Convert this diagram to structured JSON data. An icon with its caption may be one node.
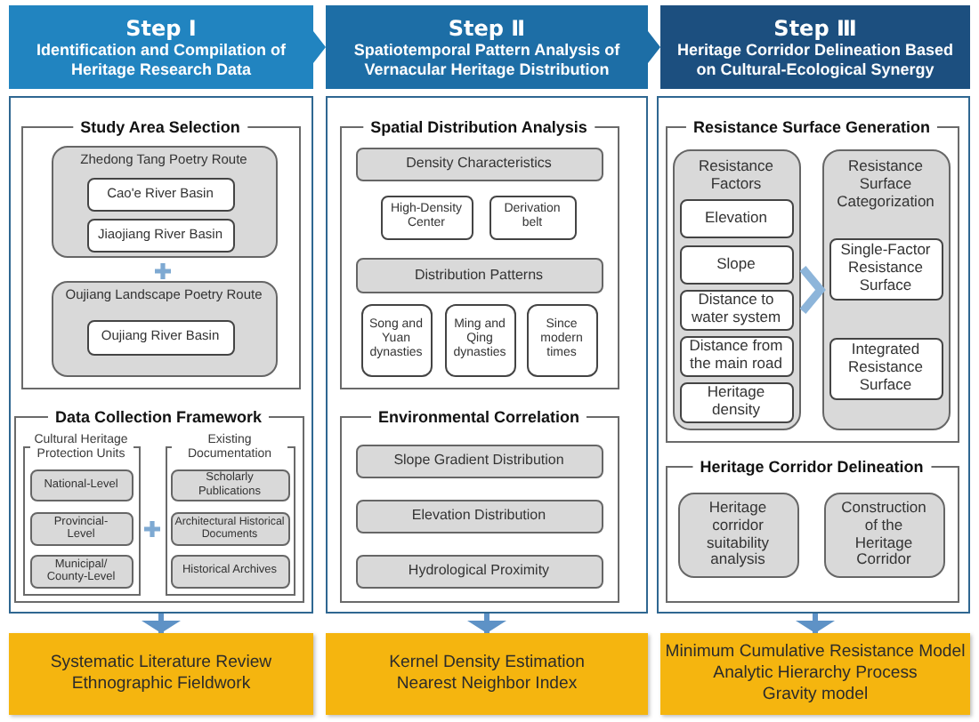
{
  "diagram": {
    "nodes": [
      {
        "text": [
          "Step Ⅰ",
          "Identification and Compilation of Heritage Research Data"
        ]
      },
      {
        "text": [],
        "shape": "box"
      },
      {
        "text": [
          "Study Area Selection"
        ],
        "in": 1
      },
      {
        "text": [
          "Zhedong Tang Poetry Route"
        ],
        "in": 2
      },
      {
        "text": [
          "Cao'e River Basin"
        ],
        "in": 3
      },
      {
        "text": [
          "Jiaojiang River Basin"
        ],
        "in": 3
      },
      {
        "text": [
          "Oujiang Landscape Poetry Route"
        ],
        "in": 2
      },
      {
        "text": [
          "Oujiang River Basin"
        ],
        "in": 6
      },
      {
        "text": [
          "Data Collection Framework"
        ],
        "in": 1
      },
      {
        "text": [
          "Cultural Heritage Protection Units"
        ],
        "in": 8
      },
      {
        "text": [
          "National-Level"
        ],
        "in": 9
      },
      {
        "text": [
          "Provincial-Level"
        ],
        "in": 9
      },
      {
        "text": [
          "Municipal/ County-Level"
        ],
        "in": 9
      },
      {
        "text": [
          "Existing Documentation"
        ],
        "in": 8
      },
      {
        "text": [
          "Scholarly Publications"
        ],
        "in": 13
      },
      {
        "text": [
          "Architectural Historical Documents"
        ],
        "in": 13
      },
      {
        "text": [
          "Historical Archives"
        ],
        "in": 13
      },
      {
        "text": [
          "Systematic Literature Review",
          "Ethnographic Fieldwork"
        ]
      },
      {
        "text": [
          "Step Ⅱ",
          "Spatiotemporal Pattern Analysis of Vernacular Heritage Distribution"
        ]
      },
      {
        "text": [],
        "shape": "box"
      },
      {
        "text": [
          "Spatial Distribution Analysis"
        ],
        "in": 19
      },
      {
        "text": [
          "Density Characteristics"
        ],
        "in": 20
      },
      {
        "text": [
          "High-Density Center"
        ],
        "in": 20
      },
      {
        "text": [
          "Derivation belt"
        ],
        "in": 20
      },
      {
        "text": [
          "Distribution Patterns"
        ],
        "in": 20
      },
      {
        "text": [
          "Song and Yuan dynasties"
        ],
        "in": 20
      },
      {
        "text": [
          "Ming and Qing dynasties"
        ],
        "in": 20
      },
      {
        "text": [
          "Since modern times"
        ],
        "in": 20
      },
      {
        "text": [
          "Environmental Correlation"
        ],
        "in": 19
      },
      {
        "text": [
          "Slope Gradient Distribution"
        ],
        "in": 28
      },
      {
        "text": [
          "Elevation Distribution"
        ],
        "in": 28
      },
      {
        "text": [
          "Hydrological Proximity"
        ],
        "in": 28
      },
      {
        "text": [
          "Kernel Density Estimation",
          "Nearest Neighbor Index"
        ]
      },
      {
        "text": [
          "Step Ⅲ",
          "Heritage Corridor Delineation Based on Cultural-Ecological Synergy"
        ]
      },
      {
        "text": [],
        "shape": "box"
      },
      {
        "text": [
          "Resistance Surface Generation"
        ],
        "in": 34
      },
      {
        "text": [
          "Resistance Factors"
        ],
        "in": 35
      },
      {
        "text": [
          "Elevation"
        ],
        "in": 36
      },
      {
        "text": [
          "Slope"
        ],
        "in": 36
      },
      {
        "text": [
          "Distance to water system"
        ],
        "in": 36
      },
      {
        "text": [
          "Distance from the main road"
        ],
        "in": 36
      },
      {
        "text": [
          "Heritage density"
        ],
        "in": 36
      },
      {
        "text": [
          "Resistance Surface Categorization"
        ],
        "in": 35
      },
      {
        "text": [
          "Single-Factor Resistance Surface"
        ],
        "in": 42
      },
      {
        "text": [
          "Integrated Resistance Surface"
        ],
        "in": 42
      },
      {
        "text": [
          "Heritage Corridor Delineation"
        ],
        "in": 34
      },
      {
        "text": [
          "Heritage corridor suitability analysis"
        ],
        "in": 45
      },
      {
        "text": [
          "Construction of the Heritage Corridor"
        ],
        "in": 45
      },
      {
        "text": [
          "Minimum Cumulative Resistance Model",
          "Analytic Hierarchy Process",
          "Gravity model"
        ]
      }
    ],
    "edges": [
      {
        "from": 1,
        "to": 17,
        "arrow": "to"
      },
      {
        "from": 19,
        "to": 32,
        "arrow": "to"
      },
      {
        "from": 34,
        "to": 48,
        "arrow": "to"
      },
      {
        "from": 36,
        "to": 42,
        "arrow": "to"
      }
    ]
  }
}
